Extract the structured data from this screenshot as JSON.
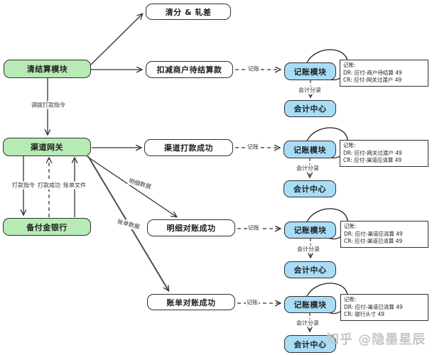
{
  "nodes": {
    "clearing_module": "清结算模块",
    "channel_gateway": "渠道网关",
    "reserve_bank": "备付金银行",
    "clearing_netting": "清分 & 轧差",
    "deduct_merchant": "扣减商户待结算款",
    "channel_payout_success": "渠道打款成功",
    "detail_recon_success": "明细对账成功",
    "bill_recon_success": "账单对账成功",
    "ledger_module": "记账模块",
    "accounting_center": "会计中心"
  },
  "edge_labels": {
    "transfer_payout_instruction": "调拨打款指令",
    "payout_instruction": "打款指令",
    "payout_success": "打款成功",
    "bill_file": "账单文件",
    "detail_data": "明细数据",
    "bill_data": "账单数据",
    "bookkeeping": "记账",
    "accounting_entry": "会计分录"
  },
  "notes": [
    {
      "title": "记账:",
      "dr": "DR: 应付-商户待结算 49",
      "cr": "CR: 应付-网关过渡户 49"
    },
    {
      "title": "记账:",
      "dr": "DR: 应付-网关过渡户 49",
      "cr": "CR: 应付-渠道应清算 49"
    },
    {
      "title": "记账:",
      "dr": "DR: 应付-渠道应清算 49",
      "cr": "CR: 应付-渠道已清算 49"
    },
    {
      "title": "记账:",
      "dr": "DR: 应付-渠道已清算 49",
      "cr": "CR: 银行头寸 49"
    }
  ],
  "watermark": "知乎 @隐墨星辰",
  "colors": {
    "node_green": "#b7eab4",
    "node_blue": "#a9ddf7",
    "node_border": "#2f2f2f",
    "line": "#333333",
    "bill_data_line": "#4d4d4d",
    "watermark": "#c6c6c6"
  }
}
